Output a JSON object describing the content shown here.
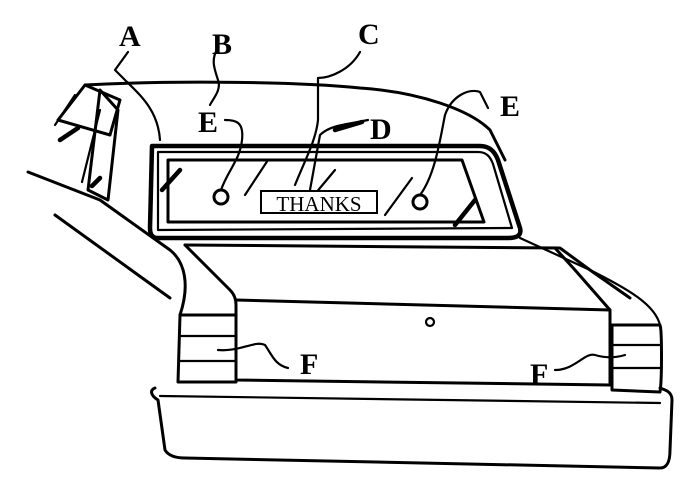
{
  "figure": {
    "description": "Rear view line drawing of a car with a sign display in the rear window",
    "sign_text": "THANKS",
    "labels": {
      "A": "A",
      "B": "B",
      "C": "C",
      "D": "D",
      "E_left": "E",
      "E_right": "E",
      "F_left": "F",
      "F_right": "F"
    },
    "colors": {
      "line": "#000000",
      "background": "#ffffff"
    }
  }
}
